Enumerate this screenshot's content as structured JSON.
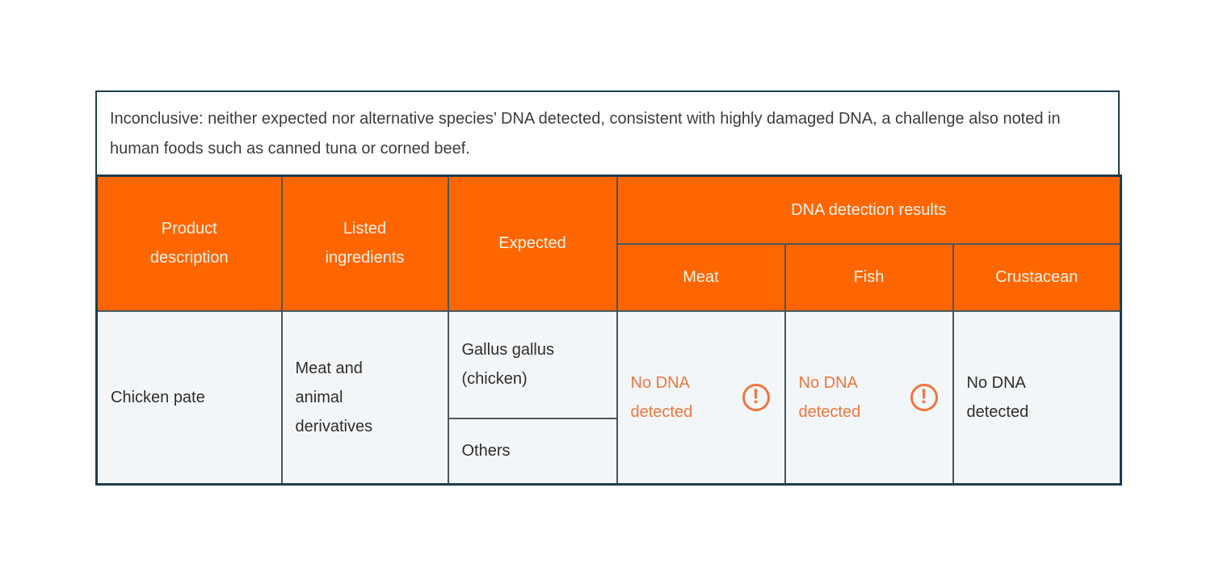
{
  "colors": {
    "header_bg": "#ff6600",
    "alert_orange": "#f2743a",
    "outer_border": "#1f3d4d",
    "inner_border": "#4b555c",
    "cell_bg": "#f3f6f8"
  },
  "note": {
    "text": "Inconclusive: neither expected nor alternative species’ DNA detected, consistent with highly damaged DNA, a challenge also noted in human foods such as canned tuna or corned beef."
  },
  "table": {
    "headers": {
      "product_description": "Product description",
      "listed_ingredients": "Listed ingredients",
      "expected": "Expected",
      "dna_detection_results": "DNA detection results",
      "meat": "Meat",
      "fish": "Fish",
      "crustacean": "Crustacean"
    },
    "row": {
      "product_description": "Chicken pate",
      "listed_ingredients": "Meat and animal derivatives",
      "expected_primary": "Gallus gallus (chicken)",
      "expected_secondary": "Others",
      "results": {
        "meat": {
          "text": "No DNA detected",
          "status": "alert"
        },
        "fish": {
          "text": "No DNA detected",
          "status": "alert"
        },
        "crustacean": {
          "text": "No DNA detected",
          "status": "plain"
        }
      }
    }
  },
  "icons": {
    "alert_glyph": "!"
  }
}
